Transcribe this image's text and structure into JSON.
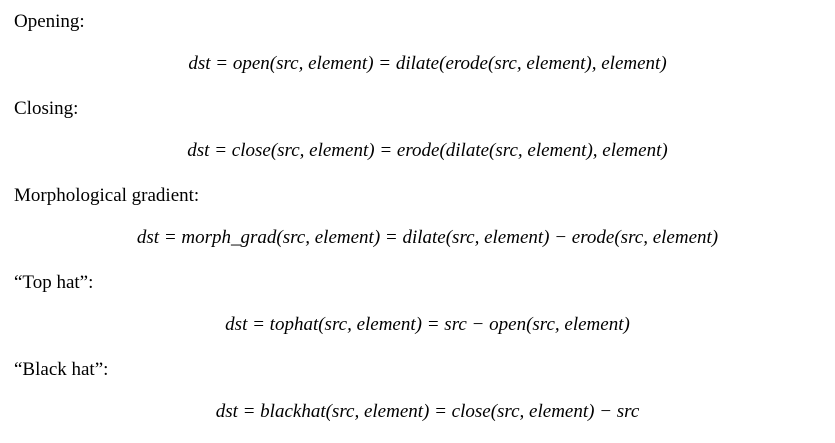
{
  "sections": [
    {
      "label": "Opening:",
      "formula": "dst = open(src, element) = dilate(erode(src, element), element)"
    },
    {
      "label": "Closing:",
      "formula": "dst = close(src, element) = erode(dilate(src, element), element)"
    },
    {
      "label": "Morphological gradient:",
      "formula": "dst = morph_grad(src, element) = dilate(src, element) − erode(src, element)"
    },
    {
      "label": "“Top hat”:",
      "formula": "dst = tophat(src, element) = src − open(src, element)"
    },
    {
      "label": "“Black hat”:",
      "formula": "dst = blackhat(src, element) = close(src, element) − src"
    }
  ]
}
